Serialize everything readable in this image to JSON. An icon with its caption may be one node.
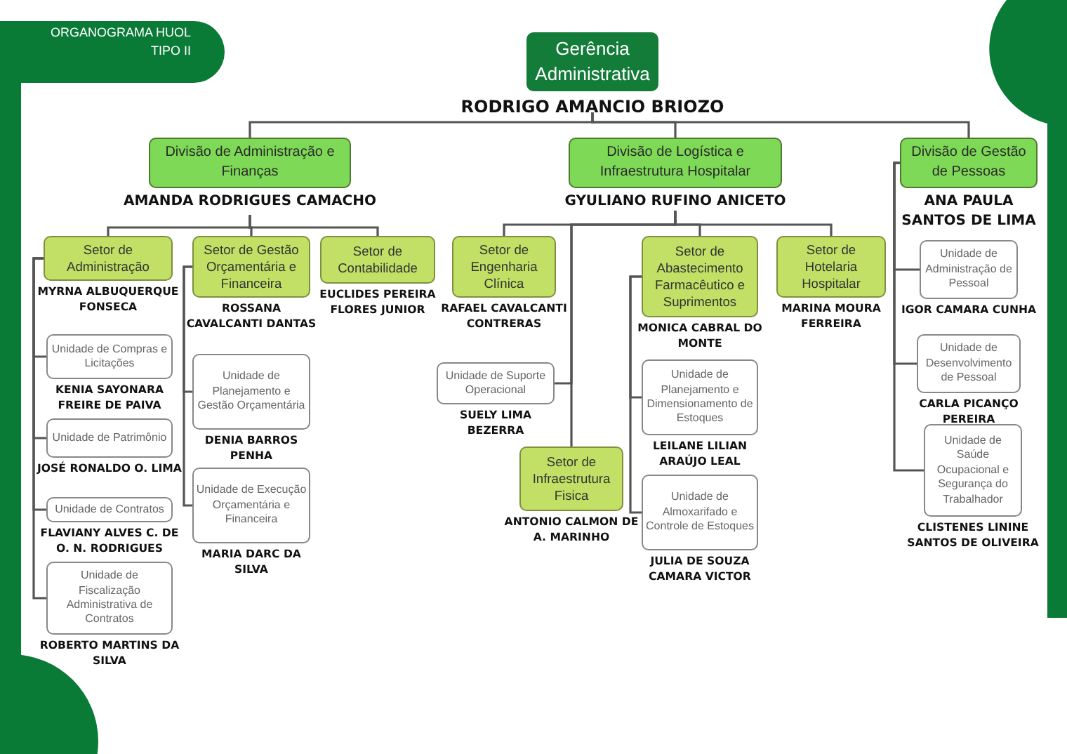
{
  "diagram": {
    "nodes": [
      {
        "text": [
          "Gerência Administrativa"
        ],
        "beside": [
          "RODRIGO AMANCIO BRIOZO"
        ]
      },
      {
        "text": [
          "Divisão de Administração e Finanças"
        ],
        "beside": [
          "AMANDA RODRIGUES CAMACHO"
        ]
      },
      {
        "text": [
          "Divisão de Logística e Infraestrutura Hospitalar"
        ],
        "beside": [
          "GYULIANO RUFINO ANICETO"
        ]
      },
      {
        "text": [
          "Divisão de Gestão de Pessoas"
        ],
        "beside": [
          "ANA PAULA SANTOS DE LIMA"
        ]
      },
      {
        "text": [
          "Setor de Administração"
        ],
        "beside": [
          "MYRNA ALBUQUERQUE FONSECA"
        ]
      },
      {
        "text": [
          "Unidade de Compras e Licitações"
        ],
        "beside": [
          "KENIA SAYONARA FREIRE DE PAIVA"
        ]
      },
      {
        "text": [
          "Unidade de Patrimônio"
        ],
        "beside": [
          "JOSÉ RONALDO O. LIMA"
        ]
      },
      {
        "text": [
          "Unidade de Contratos"
        ],
        "beside": [
          "FLAVIANY ALVES C. DE O. N. RODRIGUES"
        ]
      },
      {
        "text": [
          "Unidade de Fiscalização Administrativa de Contratos"
        ],
        "beside": [
          "ROBERTO MARTINS DA SILVA"
        ]
      },
      {
        "text": [
          "Setor de Gestão Orçamentária e Financeira"
        ],
        "beside": [
          "ROSSANA CAVALCANTI DANTAS"
        ]
      },
      {
        "text": [
          "Unidade de Planejamento e Gestão Orçamentária"
        ],
        "beside": [
          "DENIA BARROS PENHA"
        ]
      },
      {
        "text": [
          "Unidade de Execução Orçamentária e Financeira"
        ],
        "beside": [
          "MARIA DARC DA SILVA"
        ]
      },
      {
        "text": [
          "Setor de Contabilidade"
        ],
        "beside": [
          "EUCLIDES PEREIRA FLORES JUNIOR"
        ]
      },
      {
        "text": [
          "Setor de Engenharia Clínica"
        ],
        "beside": [
          "RAFAEL CAVALCANTI CONTRERAS"
        ]
      },
      {
        "text": [
          "Unidade de Suporte Operacional"
        ],
        "beside": [
          "SUELY LIMA BEZERRA"
        ]
      },
      {
        "text": [
          "Setor de Infraestrutura Fisica"
        ],
        "beside": [
          "ANTONIO CALMON DE A. MARINHO"
        ]
      },
      {
        "text": [
          "Setor de Abastecimento Farmacêutico e Suprimentos"
        ],
        "beside": [
          "MONICA CABRAL DO MONTE"
        ]
      },
      {
        "text": [
          "Unidade de Planejamento e Dimensionamento de Estoques"
        ],
        "beside": [
          "LEILANE LILIAN ARAÚJO LEAL"
        ]
      },
      {
        "text": [
          "Unidade de Almoxarifado e Controle de Estoques"
        ],
        "beside": [
          "JULIA DE SOUZA CAMARA VICTOR"
        ]
      },
      {
        "text": [
          "Setor de Hotelaria Hospitalar"
        ],
        "beside": [
          "MARINA MOURA FERREIRA"
        ]
      },
      {
        "text": [
          "Unidade de Administração de Pessoal"
        ],
        "beside": [
          "IGOR CAMARA CUNHA"
        ]
      },
      {
        "text": [
          "Unidade de Desenvolvimento de Pessoal"
        ],
        "beside": [
          "CARLA PICANÇO PEREIRA"
        ]
      },
      {
        "text": [
          "Unidade de Saúde Ocupacional e Segurança do Trabalhador"
        ],
        "beside": [
          "CLISTENES LININE SANTOS DE OLIVEIRA"
        ]
      }
    ],
    "edges": [
      {
        "from": 0,
        "to": 1,
        "arrow": "none"
      },
      {
        "from": 0,
        "to": 2,
        "arrow": "none"
      },
      {
        "from": 0,
        "to": 3,
        "arrow": "none"
      },
      {
        "from": 1,
        "to": 4,
        "arrow": "none"
      },
      {
        "from": 1,
        "to": 9,
        "arrow": "none"
      },
      {
        "from": 1,
        "to": 12,
        "arrow": "none"
      },
      {
        "from": 4,
        "to": 5,
        "arrow": "none"
      },
      {
        "from": 4,
        "to": 6,
        "arrow": "none"
      },
      {
        "from": 4,
        "to": 7,
        "arrow": "none"
      },
      {
        "from": 4,
        "to": 8,
        "arrow": "none"
      },
      {
        "from": 9,
        "to": 10,
        "arrow": "none"
      },
      {
        "from": 9,
        "to": 11,
        "arrow": "none"
      },
      {
        "from": 2,
        "to": 13,
        "arrow": "none"
      },
      {
        "from": 2,
        "to": 14,
        "arrow": "none"
      },
      {
        "from": 2,
        "to": 15,
        "arrow": "none"
      },
      {
        "from": 2,
        "to": 16,
        "arrow": "none"
      },
      {
        "from": 2,
        "to": 19,
        "arrow": "none"
      },
      {
        "from": 16,
        "to": 17,
        "arrow": "none"
      },
      {
        "from": 16,
        "to": 18,
        "arrow": "none"
      },
      {
        "from": 3,
        "to": 20,
        "arrow": "none"
      },
      {
        "from": 3,
        "to": 21,
        "arrow": "none"
      },
      {
        "from": 3,
        "to": 22,
        "arrow": "none"
      }
    ],
    "labels": [
      "ORGANOGRAMA HUOL TIPO II"
    ]
  }
}
